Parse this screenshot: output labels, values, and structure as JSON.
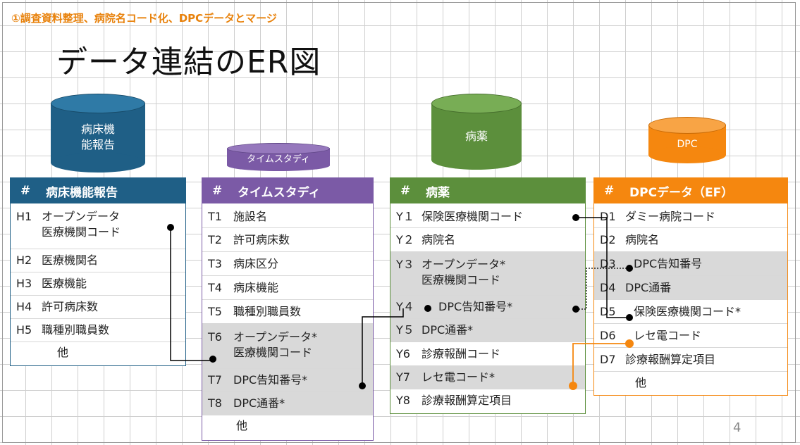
{
  "subtitle": "①調査資料整理、病院名コード化、DPCデータとマージ",
  "title": "データ連結のER図",
  "page_number": "4",
  "cylinders": {
    "bed": {
      "label_line1": "病床機",
      "label_line2": "能報告",
      "color": "#1f5f86"
    },
    "time": {
      "label": "タイムスタディ",
      "color": "#7b5aa6"
    },
    "med": {
      "label": "病薬",
      "color": "#5c8f3c"
    },
    "dpc": {
      "label": "DPC",
      "color": "#f5870f"
    }
  },
  "tables": {
    "bed": {
      "hash": "#",
      "title": "病床機能報告",
      "color": "#1f5f86",
      "rows": [
        {
          "id": "H1",
          "name": "オープンデータ",
          "name2": "医療機関コード"
        },
        {
          "id": "H2",
          "name": "医療機関名"
        },
        {
          "id": "H3",
          "name": "医療機能"
        },
        {
          "id": "H4",
          "name": "許可病床数"
        },
        {
          "id": "H5",
          "name": "職種別職員数"
        },
        {
          "id": "",
          "name": "他"
        }
      ]
    },
    "time": {
      "hash": "#",
      "title": "タイムスタディ",
      "color": "#7b5aa6",
      "rows": [
        {
          "id": "T1",
          "name": "施設名"
        },
        {
          "id": "T2",
          "name": "許可病床数"
        },
        {
          "id": "T3",
          "name": "病床区分"
        },
        {
          "id": "T4",
          "name": "病床機能"
        },
        {
          "id": "T5",
          "name": "職種別職員数"
        },
        {
          "id": "T6",
          "name": "オープンデータ*",
          "name2": "医療機関コード"
        },
        {
          "id": "T7",
          "name": "DPC告知番号*"
        },
        {
          "id": "T8",
          "name": "DPC通番*"
        },
        {
          "id": "",
          "name": "他"
        }
      ]
    },
    "med": {
      "hash": "#",
      "title": "病薬",
      "color": "#5c8f3c",
      "rows": [
        {
          "id": "Y１",
          "name": "保険医療機関コード"
        },
        {
          "id": "Y２",
          "name": "病院名"
        },
        {
          "id": "Y３",
          "name": "オープンデータ*",
          "name2": "医療機関コード"
        },
        {
          "id": "Y４",
          "name": "DPC告知番号*"
        },
        {
          "id": "Y５",
          "name": "DPC通番*"
        },
        {
          "id": "Y6",
          "name": "診療報酬コード"
        },
        {
          "id": "Y7",
          "name": "レセ電コード*"
        },
        {
          "id": "Y8",
          "name": "診療報酬算定項目"
        }
      ]
    },
    "dpc": {
      "hash": "#",
      "title": "DPCデータ（EF）",
      "color": "#f5870f",
      "rows": [
        {
          "id": "D1",
          "name": "ダミー病院コード"
        },
        {
          "id": "D2",
          "name": "病院名"
        },
        {
          "id": "D3",
          "name": "DPC告知番号"
        },
        {
          "id": "D4",
          "name": "DPC通番"
        },
        {
          "id": "D5",
          "name": "保険医療機関コード*"
        },
        {
          "id": "D6",
          "name": "レセ電コード"
        },
        {
          "id": "D7",
          "name": "診療報酬算定項目"
        },
        {
          "id": "",
          "name": "他"
        }
      ]
    }
  }
}
